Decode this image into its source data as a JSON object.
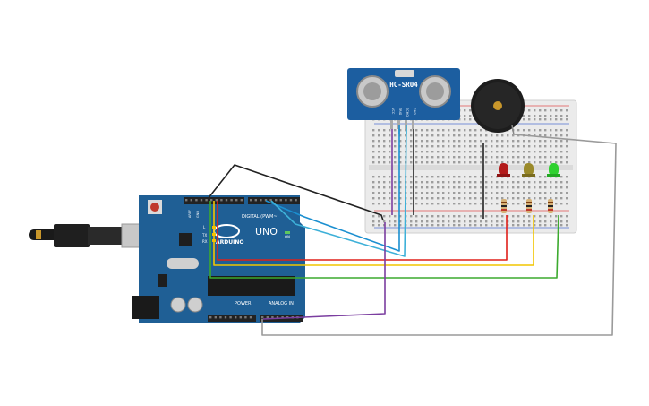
{
  "sensor": {
    "model": "HC-SR04",
    "pins": [
      "VCC",
      "TRIG",
      "ECHO",
      "GND"
    ]
  },
  "arduino": {
    "brand": "ARDUINO",
    "model": "UNO",
    "digital_label": "DIGITAL (PWM~)",
    "analog_label": "ANALOG IN",
    "power_label": "POWER",
    "on_label": "ON",
    "aref_label": "AREF",
    "gnd_label": "GND",
    "tx_label": "TX",
    "rx_label": "RX",
    "l_label": "L"
  },
  "colors": {
    "board": "#1f5f95",
    "breadboard": "#e8e8e8",
    "wire_red": "#e0201a",
    "wire_yellow": "#f2c500",
    "wire_green": "#3caa2e",
    "wire_blue": "#1b8fd0",
    "wire_cyan": "#3db0d8",
    "wire_purple": "#7b3ea0",
    "wire_black": "#222222",
    "wire_gray": "#9a9a9a",
    "led_red": "#b31b1b",
    "led_yellow": "#9a8a2a",
    "led_green": "#2fd12f"
  },
  "components": {
    "leds": [
      "red",
      "yellow",
      "green"
    ],
    "buzzer": "piezo-buzzer",
    "resistors": 3
  }
}
